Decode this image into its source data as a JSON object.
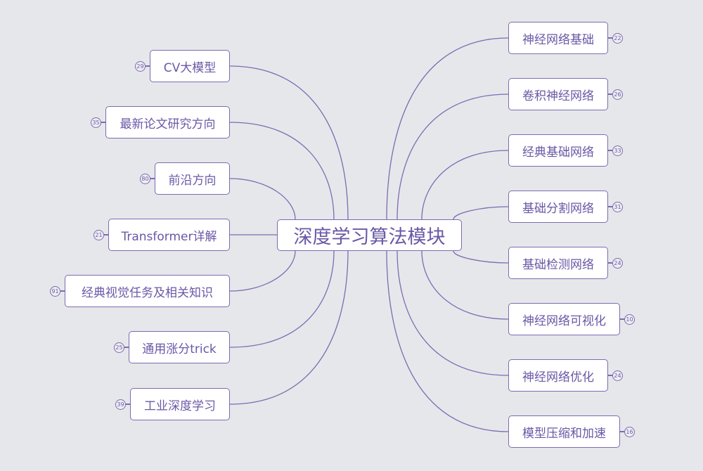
{
  "root": {
    "label": "深度学习算法模块"
  },
  "left": [
    {
      "label": "CV大模型",
      "count": "29"
    },
    {
      "label": "最新论文研究方向",
      "count": "35"
    },
    {
      "label": "前沿方向",
      "count": "80"
    },
    {
      "label": "Transformer详解",
      "count": "21"
    },
    {
      "label": "经典视觉任务及相关知识",
      "count": "91"
    },
    {
      "label": "通用涨分trick",
      "count": "25"
    },
    {
      "label": "工业深度学习",
      "count": "39"
    }
  ],
  "right": [
    {
      "label": "神经网络基础",
      "count": "22"
    },
    {
      "label": "卷积神经网络",
      "count": "26"
    },
    {
      "label": "经典基础网络",
      "count": "33"
    },
    {
      "label": "基础分割网络",
      "count": "31"
    },
    {
      "label": "基础检测网络",
      "count": "24"
    },
    {
      "label": "神经网络可视化",
      "count": "10"
    },
    {
      "label": "神经网络优化",
      "count": "24"
    },
    {
      "label": "模型压缩和加速",
      "count": "16"
    }
  ],
  "colors": {
    "line": "#7d6bb3",
    "text": "#6a58a6",
    "background": "#e6e7ea"
  }
}
